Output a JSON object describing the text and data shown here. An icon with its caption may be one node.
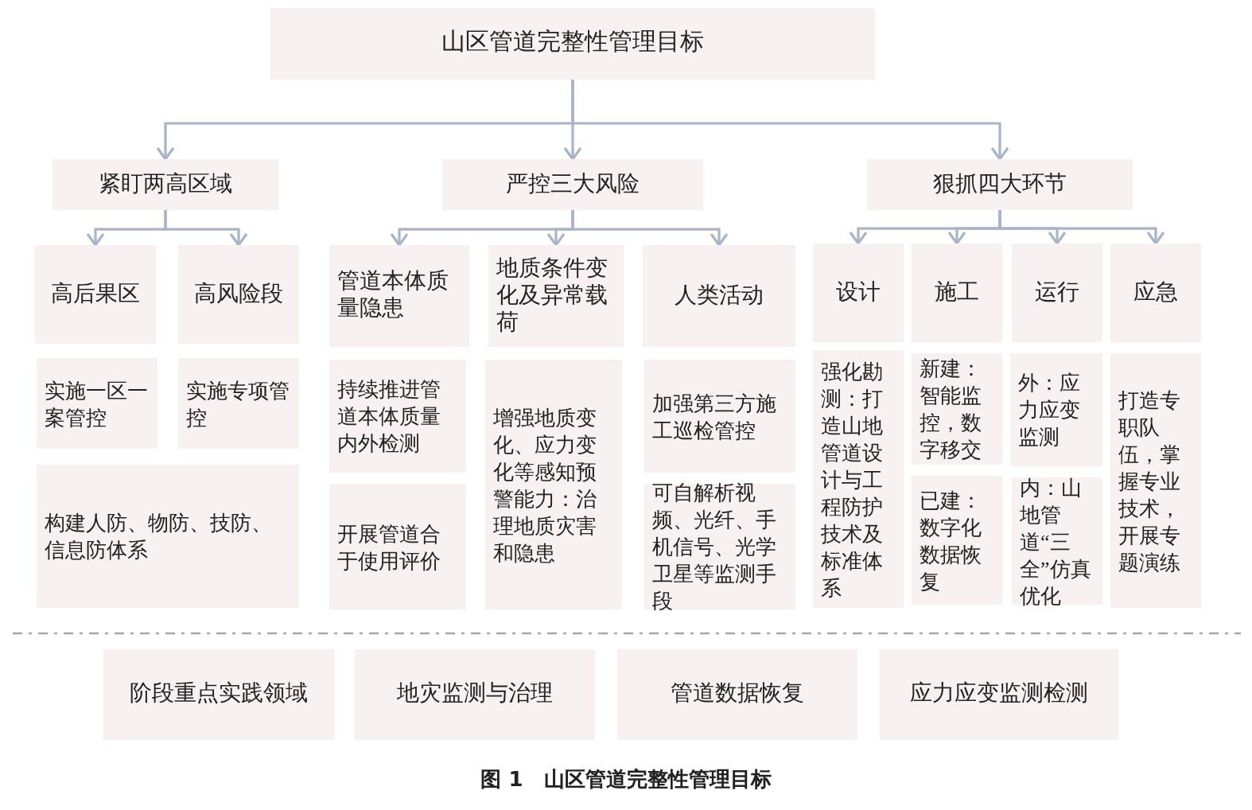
{
  "diagram": {
    "caption": "图 1　山区管道完整性管理目标",
    "nodes": [
      {
        "text": [
          "山区管道完整性管理目标"
        ]
      },
      {
        "text": [
          "紧盯两高区域"
        ]
      },
      {
        "text": [
          "严控三大风险"
        ]
      },
      {
        "text": [
          "狠抓四大环节"
        ]
      },
      {
        "text": [
          "高后果区"
        ]
      },
      {
        "text": [
          "高风险段"
        ]
      },
      {
        "text": [
          "实施一区一案管控"
        ]
      },
      {
        "text": [
          "实施专项管控"
        ]
      },
      {
        "text": [
          "构建人防、物防、技防、信息防体系"
        ]
      },
      {
        "text": [
          "管道本体质量隐患"
        ]
      },
      {
        "text": [
          "地质条件变化及异常载荷"
        ]
      },
      {
        "text": [
          "人类活动"
        ]
      },
      {
        "text": [
          "持续推进管道本体质量内外检测"
        ]
      },
      {
        "text": [
          "开展管道合于使用评价"
        ]
      },
      {
        "text": [
          "增强地质变化、应力变化等感知预警能力：治理地质灾害和隐患"
        ]
      },
      {
        "text": [
          "加强第三方施工巡检管控"
        ]
      },
      {
        "text": [
          "可自解析视频、光纤、手机信号、光学卫星等监测手段"
        ]
      },
      {
        "text": [
          "设计"
        ]
      },
      {
        "text": [
          "施工"
        ]
      },
      {
        "text": [
          "运行"
        ]
      },
      {
        "text": [
          "应急"
        ]
      },
      {
        "text": [
          "强化勘测：打造山地管道设计与工程防护技术及标准体系"
        ]
      },
      {
        "text": [
          "新建：智能监控，数字移交"
        ]
      },
      {
        "text": [
          "已建：数字化数据恢复"
        ]
      },
      {
        "text": [
          "外：应力应变监测"
        ]
      },
      {
        "text": [
          "内：山地管道“三全”仿真优化"
        ]
      },
      {
        "text": [
          "打造专职队伍，掌握专业技术，开展专题演练"
        ]
      },
      {
        "text": [
          "阶段重点实践领域"
        ]
      },
      {
        "text": [
          "地灾监测与治理"
        ]
      },
      {
        "text": [
          "管道数据恢复"
        ]
      },
      {
        "text": [
          "应力应变监测检测"
        ]
      }
    ],
    "edges": [
      {
        "from": 0,
        "to": 1,
        "arrow": "to"
      },
      {
        "from": 0,
        "to": 2,
        "arrow": "to"
      },
      {
        "from": 0,
        "to": 3,
        "arrow": "to"
      },
      {
        "from": 1,
        "to": 4,
        "arrow": "to"
      },
      {
        "from": 1,
        "to": 5,
        "arrow": "to"
      },
      {
        "from": 2,
        "to": 9,
        "arrow": "to"
      },
      {
        "from": 2,
        "to": 10,
        "arrow": "to"
      },
      {
        "from": 2,
        "to": 11,
        "arrow": "to"
      },
      {
        "from": 3,
        "to": 17,
        "arrow": "to"
      },
      {
        "from": 3,
        "to": 18,
        "arrow": "to"
      },
      {
        "from": 3,
        "to": 19,
        "arrow": "to"
      },
      {
        "from": 3,
        "to": 20,
        "arrow": "to"
      }
    ]
  }
}
